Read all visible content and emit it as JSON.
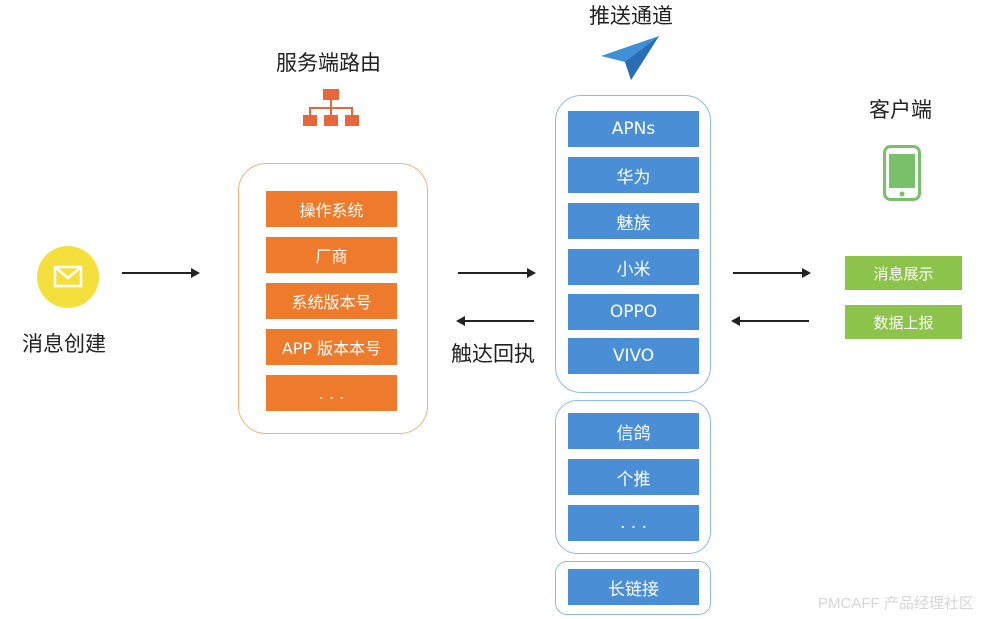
{
  "message_create": {
    "label": "消息创建"
  },
  "server_routing": {
    "title": "服务端路由",
    "items": [
      "操作系统",
      "厂商",
      "系统版本号",
      "APP 版本本号",
      ". . ."
    ]
  },
  "push_channels": {
    "title": "推送通道",
    "group1": [
      "APNs",
      "华为",
      "魅族",
      "小米",
      "OPPO",
      "VIVO"
    ],
    "group2": [
      "信鸽",
      "个推",
      ". . ."
    ],
    "group3": [
      "长链接"
    ]
  },
  "receipt": {
    "label": "触达回执"
  },
  "client": {
    "title": "客户端",
    "items": [
      "消息展示",
      "数据上报"
    ]
  },
  "watermark": "PMCAFF 产品经理社区",
  "colors": {
    "orange": "#ee7a2b",
    "blue": "#4a8fd6",
    "green": "#8cc34a",
    "yellow": "#f7e03a"
  }
}
